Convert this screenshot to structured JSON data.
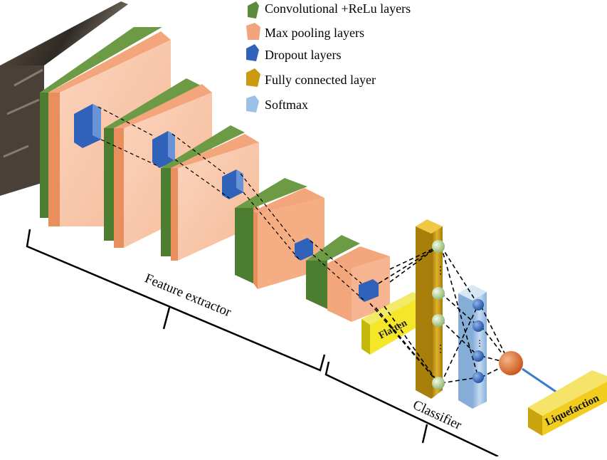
{
  "legend": {
    "items": [
      {
        "label": "Convolutional +ReLu layers",
        "color": "#5b8a3c"
      },
      {
        "label": "Max pooling layers",
        "color": "#f2a57c"
      },
      {
        "label": "Dropout layers",
        "color": "#2f62b8"
      },
      {
        "label": "Fully connected layer",
        "color": "#c99a12"
      },
      {
        "label": "Softmax",
        "color": "#9cc0e6"
      }
    ]
  },
  "labels": {
    "feature_extractor": "Feature extractor",
    "classifier": "Classifier",
    "flatten": "Flatten",
    "output": "Liquefaction"
  },
  "icons": {
    "input_image": "satellite-image-icon",
    "neuron": "sphere-neuron-icon"
  }
}
